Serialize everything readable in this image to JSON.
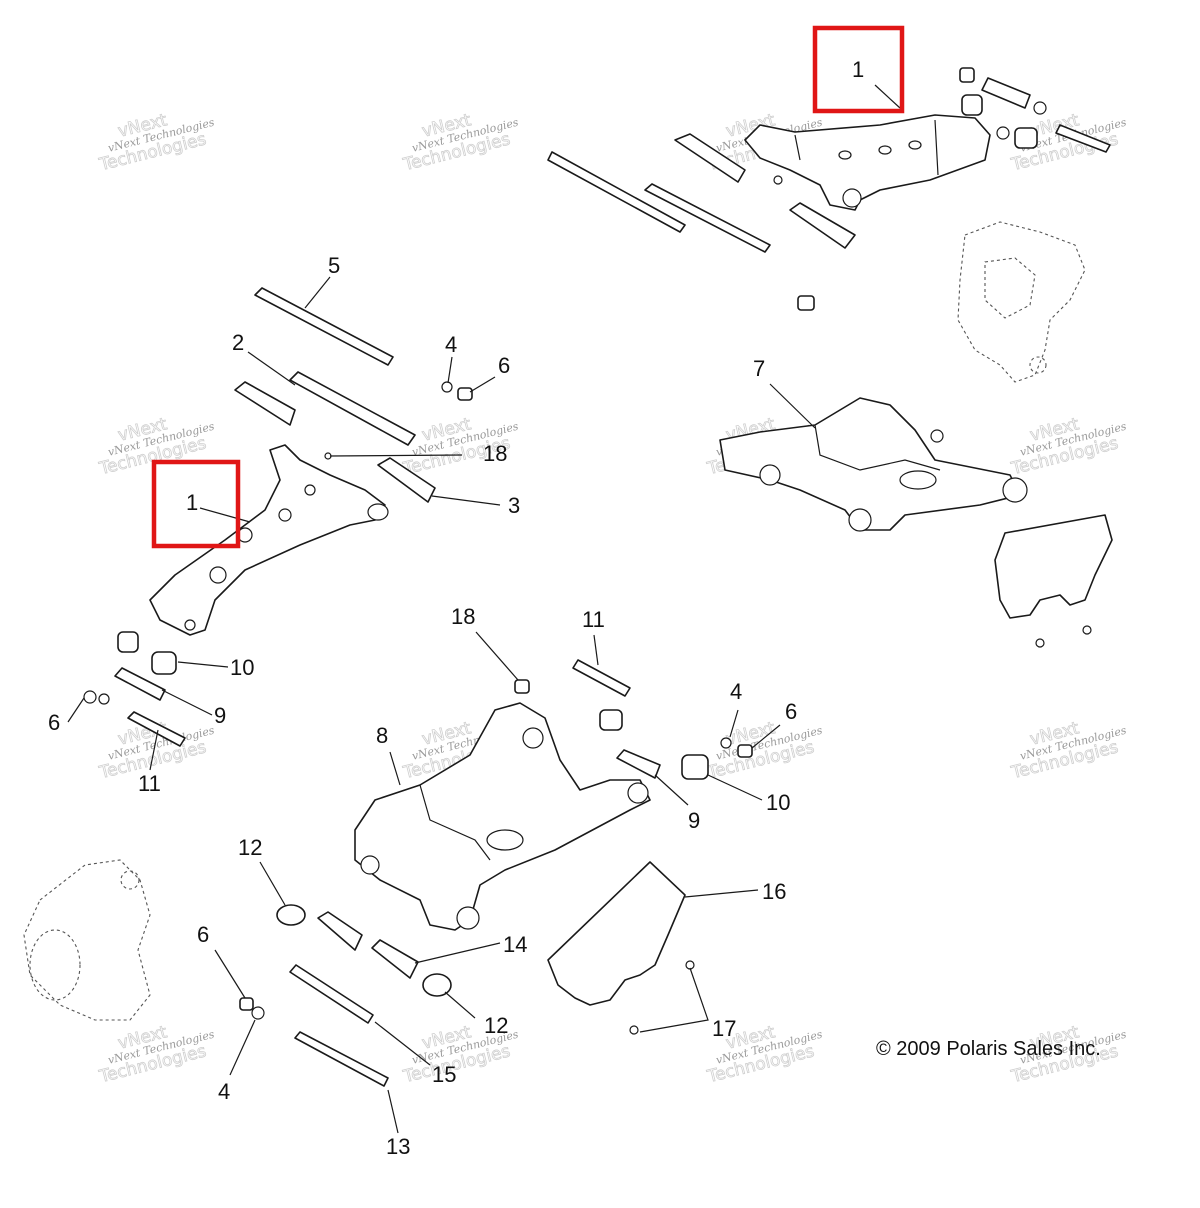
{
  "copyright": "© 2009 Polaris Sales Inc.",
  "watermark": {
    "line1": "vNext",
    "line2": "Technologies"
  },
  "highlight_color": "#e01616",
  "callouts": {
    "c1a": "1",
    "c1b": "1",
    "c2": "2",
    "c3": "3",
    "c4a": "4",
    "c4b": "4",
    "c4c": "4",
    "c5": "5",
    "c6a": "6",
    "c6b": "6",
    "c6c": "6",
    "c6d": "6",
    "c7": "7",
    "c8": "8",
    "c9a": "9",
    "c9b": "9",
    "c10a": "10",
    "c10b": "10",
    "c11a": "11",
    "c11b": "11",
    "c12a": "12",
    "c12b": "12",
    "c13": "13",
    "c14": "14",
    "c15": "15",
    "c16": "16",
    "c17": "17",
    "c18a": "18",
    "c18b": "18"
  }
}
